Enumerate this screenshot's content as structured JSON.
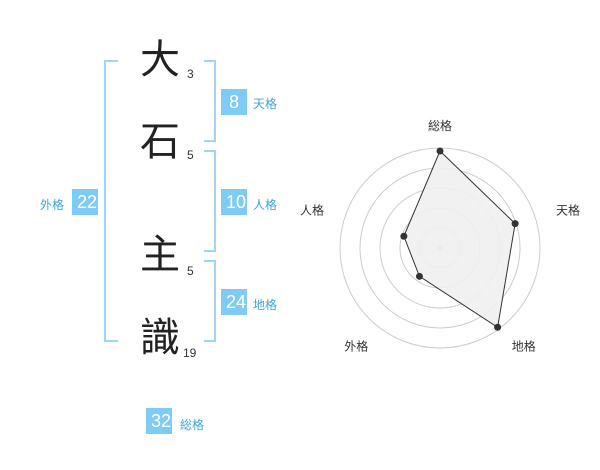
{
  "name": {
    "chars": [
      "大",
      "石",
      "主",
      "識"
    ],
    "strokes": [
      "3",
      "5",
      "5",
      "19"
    ]
  },
  "grids": {
    "tenkaku": {
      "value": "8",
      "label": "天格"
    },
    "jinkaku": {
      "value": "10",
      "label": "人格"
    },
    "chikaku": {
      "value": "24",
      "label": "地格"
    },
    "gaikaku": {
      "value": "22",
      "label": "外格"
    },
    "soukaku": {
      "value": "32",
      "label": "総格"
    }
  },
  "chart_data": {
    "type": "radar",
    "axes": [
      "総格",
      "天格",
      "地格",
      "外格",
      "人格"
    ],
    "values": [
      0.97,
      0.79,
      0.98,
      0.35,
      0.38
    ],
    "rlim": [
      0,
      1
    ],
    "rings": 5,
    "grid": true,
    "colors": {
      "fill": "#efefef",
      "line": "#333333",
      "grid": "#cccccc",
      "point": "#333333"
    }
  }
}
